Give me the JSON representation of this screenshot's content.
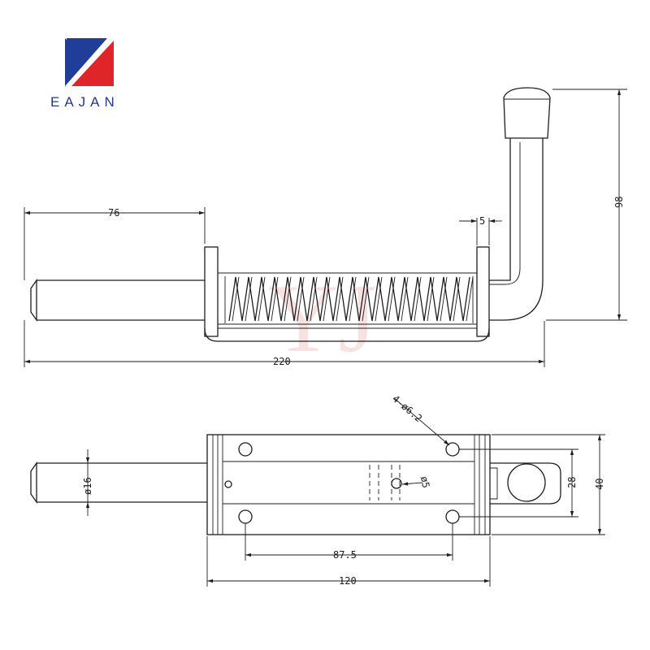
{
  "brand": {
    "name": "EAJAN",
    "logo_colors": {
      "blue": "#1f3d99",
      "red": "#e0252a"
    }
  },
  "watermark": "YJ",
  "dimensions": {
    "side_view": {
      "pin_length": "76",
      "overall_length": "220",
      "handle_gap": "5",
      "height": "98"
    },
    "top_view": {
      "pin_diameter": "ø16",
      "hole_spec": "4-ø6.2",
      "center_hole": "ø5",
      "hole_spacing": "87.5",
      "base_length": "120",
      "hole_row_spacing": "28",
      "base_width": "40"
    }
  }
}
